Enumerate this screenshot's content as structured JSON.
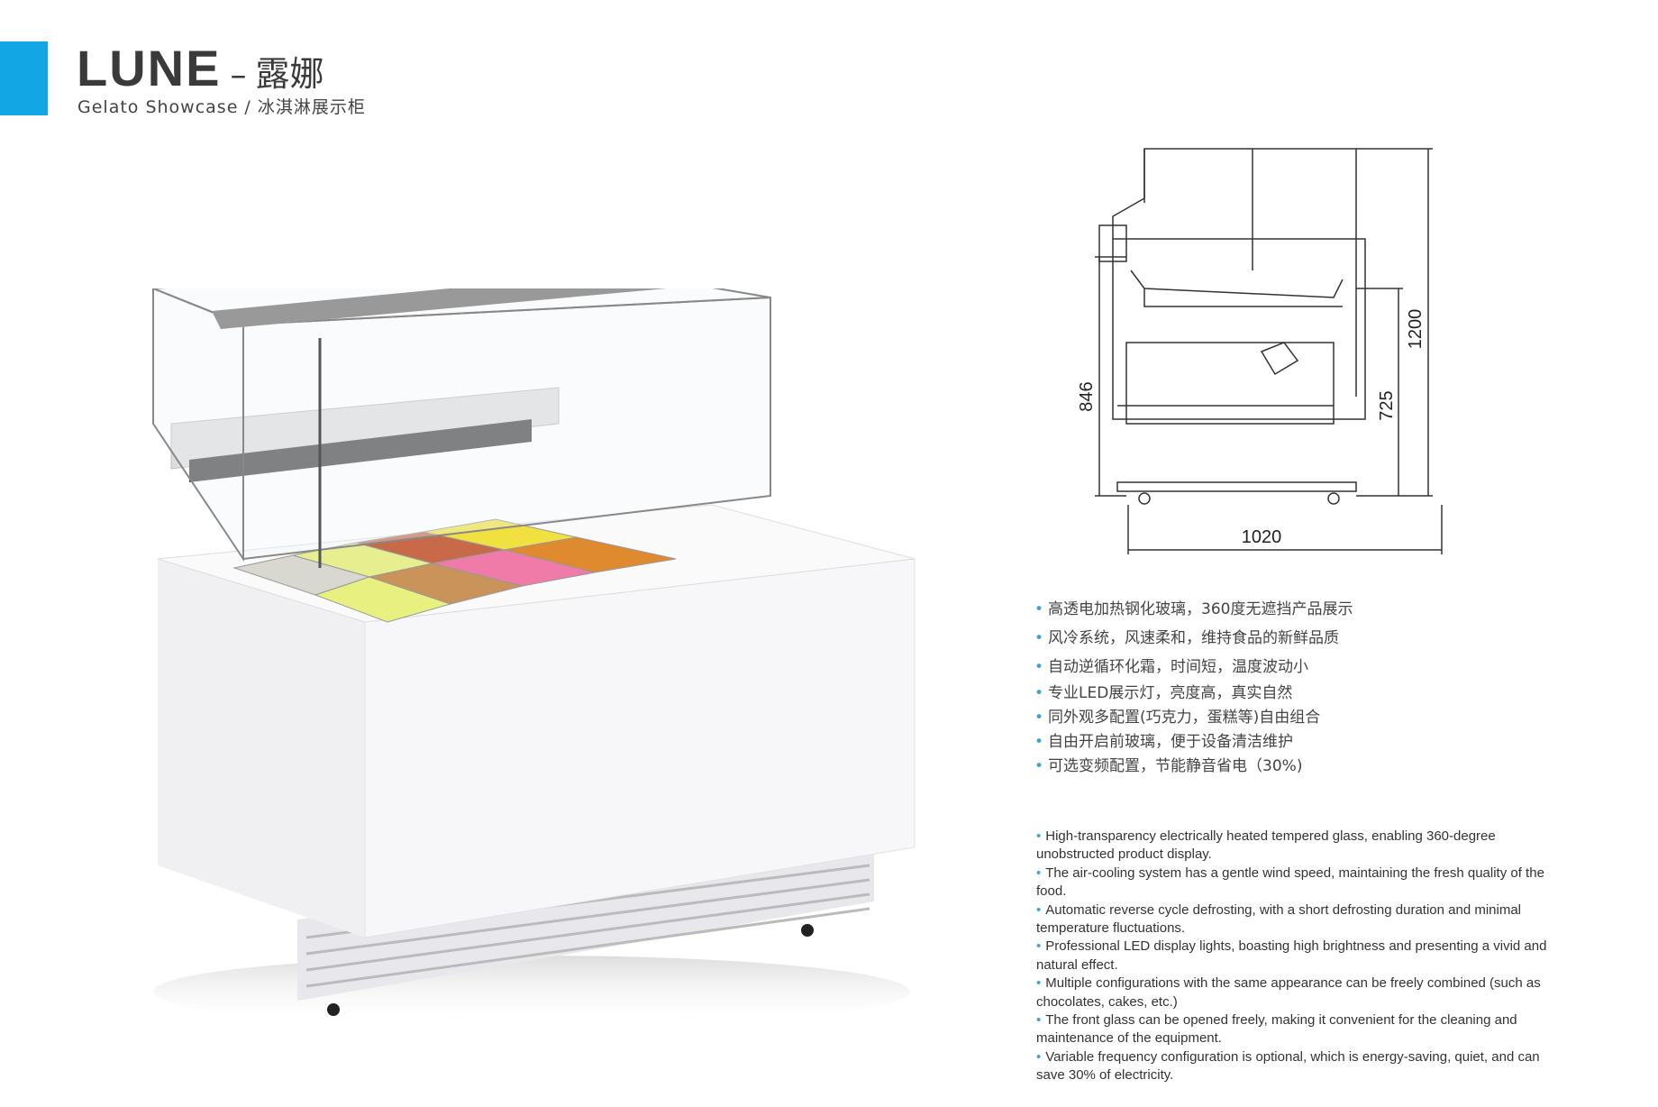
{
  "header": {
    "title_en": "LUNE",
    "title_dash": "–",
    "title_cn": "露娜",
    "subtitle": "Gelato Showcase / 冰淇淋展示柜",
    "accent_color": "#12a6e4"
  },
  "diagram": {
    "dim_width": "1020",
    "dim_height_total": "1200",
    "dim_height_counter": "846",
    "dim_height_working": "725"
  },
  "features_cn": [
    "高透电加热钢化玻璃，360度无遮挡产品展示",
    "风冷系统，风速柔和，维持食品的新鲜品质",
    "自动逆循环化霜，时间短，温度波动小",
    "专业LED展示灯，亮度高，真实自然",
    "同外观多配置(巧克力，蛋糕等)自由组合",
    "自由开启前玻璃，便于设备清洁维护",
    "可选变频配置，节能静音省电（30%)"
  ],
  "features_en": [
    "High-transparency electrically heated tempered glass, enabling 360-degree unobstructed product display.",
    "The air-cooling system has a gentle wind speed, maintaining the fresh quality of the food.",
    "Automatic reverse cycle defrosting, with a short defrosting duration and minimal temperature fluctuations.",
    "Professional LED display lights, boasting high brightness and presenting a vivid and natural effect.",
    "Multiple configurations with the same appearance can be freely combined (such as chocolates, cakes, etc.)",
    "The front glass can be opened freely, making it convenient for the cleaning and maintenance of the equipment.",
    "Variable frequency configuration is optional, which is energy-saving, quiet, and can save 30% of electricity."
  ],
  "bullet": "•"
}
